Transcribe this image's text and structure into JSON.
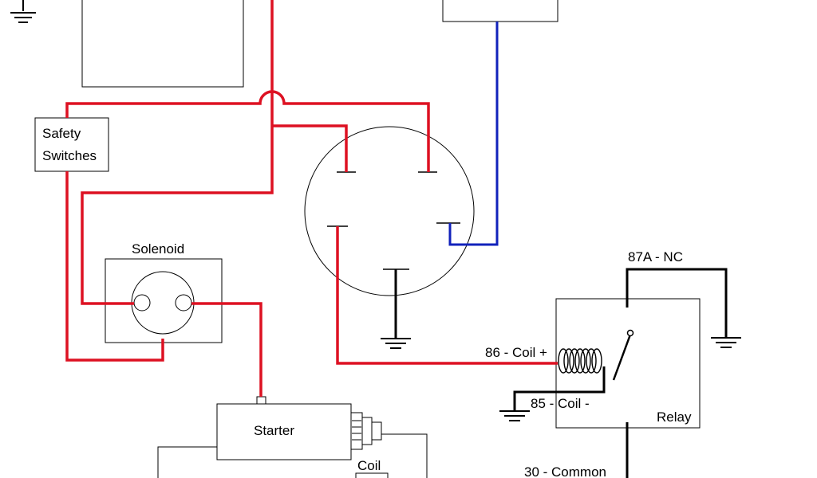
{
  "labels": {
    "safety_line1": "Safety",
    "safety_line2": "Switches",
    "solenoid": "Solenoid",
    "starter": "Starter",
    "coil": "Coil",
    "relay": "Relay",
    "pin_87a": "87A - NC",
    "pin_86": "86 - Coil +",
    "pin_85": "85 - Coil -",
    "pin_30": "30 - Common"
  },
  "colors": {
    "red_wire": "#dd1122",
    "blue_wire": "#1122bb",
    "black_wire": "#000000"
  }
}
